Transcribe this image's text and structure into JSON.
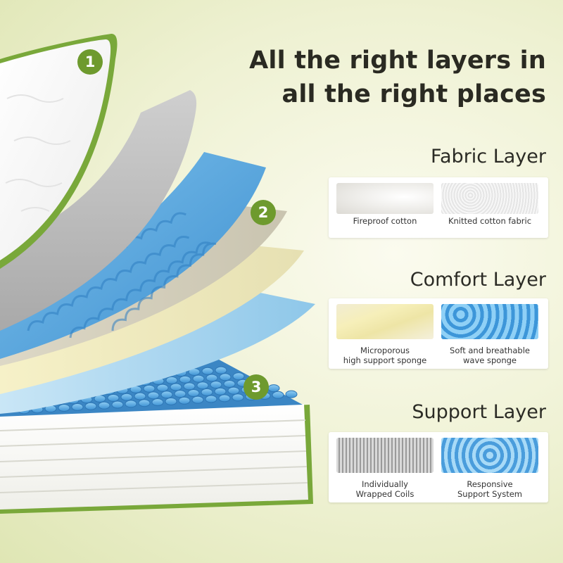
{
  "headline": {
    "line1": "All the right layers in",
    "line2": "all the right places"
  },
  "markers": [
    "1",
    "2",
    "3"
  ],
  "colors": {
    "accent_green": "#6e9a2e",
    "foam_blue": "#5aa8dc",
    "text_dark": "#2a2a22",
    "background": "#eef1d2"
  },
  "layers": [
    {
      "title": "Fabric Layer",
      "materials": [
        {
          "caption": "Fireproof cotton",
          "swatch": "white-cotton-texture"
        },
        {
          "caption": "Knitted cotton fabric",
          "swatch": "white-knit-texture"
        }
      ]
    },
    {
      "title": "Comfort Layer",
      "materials": [
        {
          "caption_lines": [
            "Microporous",
            "high support sponge"
          ],
          "swatch": "yellow-foam-blocks"
        },
        {
          "caption_lines": [
            "Soft and breathable",
            "wave sponge"
          ],
          "swatch": "blue-wave-foam"
        }
      ]
    },
    {
      "title": "Support Layer",
      "materials": [
        {
          "caption_lines": [
            "Individually",
            "Wrapped Coils"
          ],
          "swatch": "steel-coils"
        },
        {
          "caption_lines": [
            "Responsive",
            "Support System"
          ],
          "swatch": "blue-pocket-springs"
        }
      ]
    }
  ]
}
